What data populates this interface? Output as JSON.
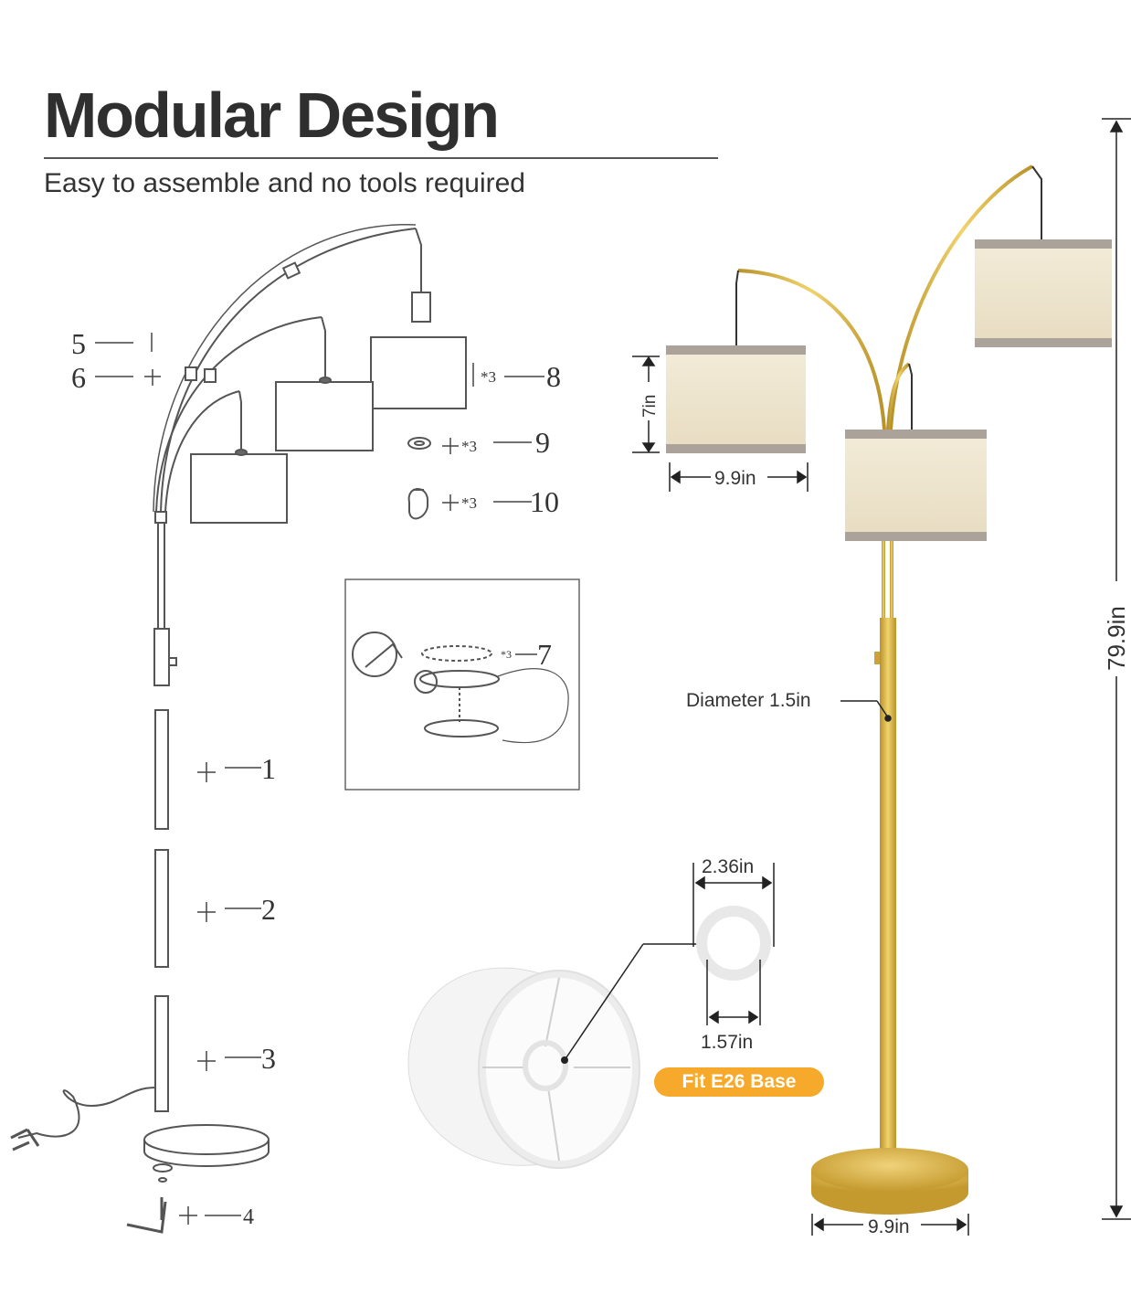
{
  "header": {
    "title": "Modular Design",
    "subtitle": "Easy to assemble and no tools required"
  },
  "parts": {
    "p1": "1",
    "p2": "2",
    "p3": "3",
    "p4": "4",
    "p5": "5",
    "p6": "6",
    "p7": "7",
    "p8": "8",
    "p9": "9",
    "p10": "10",
    "qty3": "*3"
  },
  "dimensions": {
    "shade_height": "7in",
    "shade_width": "9.9in",
    "total_height": "79.9in",
    "pole_diameter": "Diameter 1.5in",
    "base_width": "9.9in",
    "ring_outer": "2.36in",
    "ring_inner": "1.57in"
  },
  "badge": {
    "label": "Fit E26 Base"
  },
  "colors": {
    "gold": "#d8b43a",
    "badge": "#f6a92a",
    "shade_linen": "#efe6cf",
    "shade_trim": "#a9a29a"
  }
}
